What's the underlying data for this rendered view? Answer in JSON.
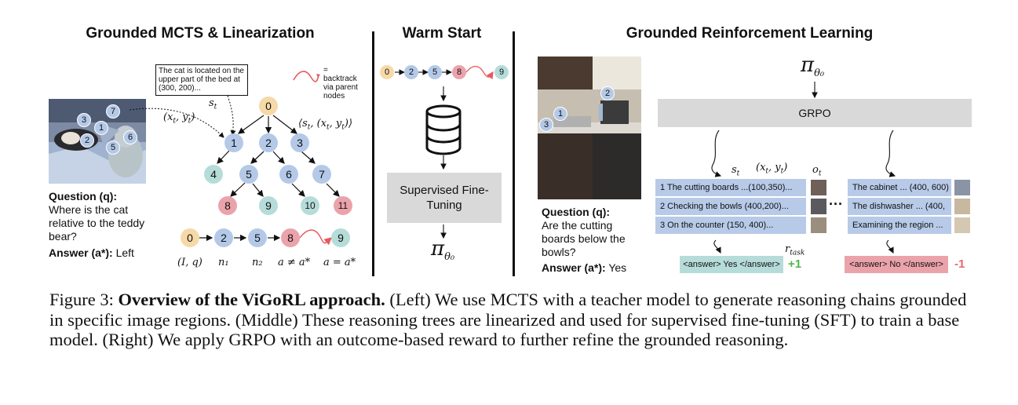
{
  "panels": {
    "left_title": "Grounded MCTS & Linearization",
    "middle_title": "Warm Start",
    "right_title": "Grounded Reinforcement Learning"
  },
  "left": {
    "callout_text": "The cat is located on the upper part of the bed at (300, 200)...",
    "legend_text": "= backtrack via parent nodes",
    "st_label": "s_t",
    "xy_label": "(x_t, y_t)",
    "tuple_label": "⟨s_t, (x_t, y_t)⟩",
    "tree_nodes": [
      "0",
      "1",
      "2",
      "3",
      "4",
      "5",
      "6",
      "7",
      "8",
      "9",
      "10",
      "11"
    ],
    "photo_markers": [
      "7",
      "3",
      "1",
      "2",
      "5",
      "6"
    ],
    "question_label": "Question (q):",
    "question_text": "Where is the cat relative to the teddy bear?",
    "answer_label": "Answer (a*):",
    "answer_value": "Left",
    "chain_nodes": [
      "0",
      "2",
      "5",
      "8",
      "9"
    ],
    "chain_labels": [
      "(I, q)",
      "n₁",
      "n₂",
      "a ≠ a*",
      "a = a*"
    ]
  },
  "middle": {
    "chain_nodes": [
      "0",
      "2",
      "5",
      "8",
      "9"
    ],
    "sft_label": "Supervised Fine-Tuning",
    "policy_label": "π",
    "policy_sub": "θ₀"
  },
  "right": {
    "policy_label": "π",
    "policy_sub": "θ₀",
    "grpo_label": "GRPO",
    "photo_markers": [
      "2",
      "1",
      "3"
    ],
    "col_st": "s_t",
    "col_xy": "(x_t, y_t)",
    "col_ot": "o_t",
    "rows_left": [
      "1  The cutting boards ...(100,350)...",
      "2  Checking the bowls (400,200)...",
      "3     On the counter (150, 400)..."
    ],
    "rows_right": [
      "The cabinet ... (400, 600)",
      "The dishwasher ... (400,",
      "Examining the region ..."
    ],
    "ellipsis": "···",
    "answer_yes": "<answer> Yes </answer>",
    "answer_no": "<answer> No </answer>",
    "reward_plus": "+1",
    "reward_minus": "-1",
    "rtask_label": "r_task",
    "question_label": "Question (q):",
    "question_text": "Are the cutting boards below the bowls?",
    "answer_label": "Answer (a*):",
    "answer_value": "Yes"
  },
  "caption": {
    "figure_label": "Figure 3:",
    "bold_title": "Overview of the ViGoRL approach.",
    "body": "(Left) We use MCTS with a teacher model to generate reasoning chains grounded in specific image regions. (Middle) These reasoning trees are linearized and used for supervised fine-tuning (SFT) to train a base model. (Right) We apply GRPO with an outcome-based reward to further refine the grounded reasoning."
  },
  "colors": {
    "node_tan": "#f6d9a8",
    "node_blue": "#b4c9e8",
    "node_teal": "#b6dcd9",
    "node_red": "#eba3ab",
    "backtrack": "#e8585e",
    "grpo_box": "#d9d9d9",
    "answer_yes_bg": "#b6dcd9",
    "answer_no_bg": "#eba3ab",
    "reward_plus": "#4fb748",
    "reward_minus": "#e8676a"
  }
}
